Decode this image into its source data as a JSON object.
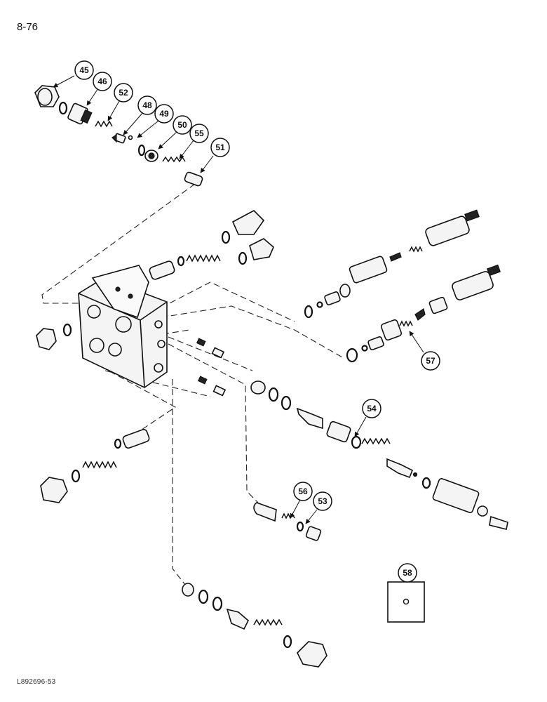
{
  "page": {
    "number": "8-76",
    "figure_code": "L892696-53"
  },
  "callouts": {
    "c45": "45",
    "c46": "46",
    "c52": "52",
    "c48": "48",
    "c49": "49",
    "c50": "50",
    "c55": "55",
    "c51": "51",
    "c57": "57",
    "c54": "54",
    "c56": "56",
    "c53": "53",
    "c58": "58"
  }
}
